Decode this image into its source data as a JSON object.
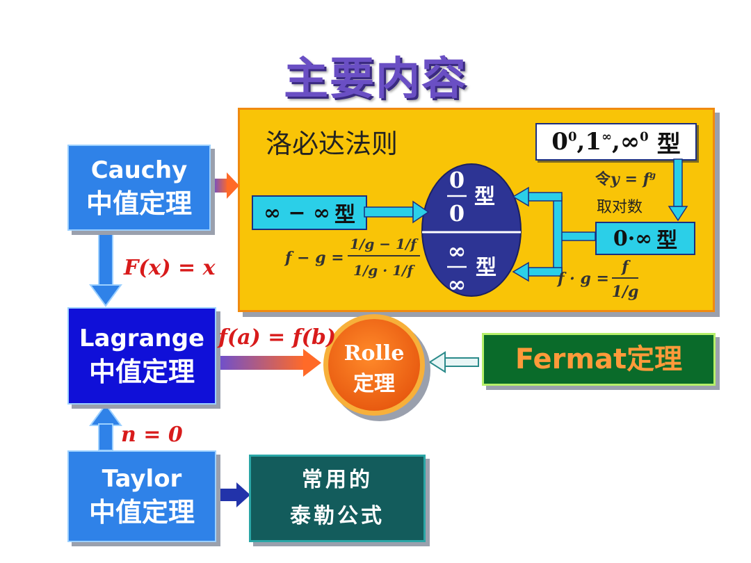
{
  "title": "主要内容",
  "panel": {
    "title": "洛必达法则"
  },
  "forms": {
    "top_right": {
      "text": "0⁰,1^∞,∞⁰",
      "suffix": "型"
    },
    "inf_minus_inf": {
      "text": "∞ − ∞",
      "suffix": "型"
    },
    "zero_times_inf": {
      "text": "0·∞",
      "suffix": "型"
    },
    "zero_over_zero": {
      "num": "0",
      "den": "0",
      "suffix": "型"
    },
    "inf_over_inf": {
      "num": "∞",
      "den": "∞",
      "suffix": "型"
    }
  },
  "notes": {
    "substitution": "令y = f^g",
    "take_log": "取对数",
    "f_minus_g": {
      "left": "f − g =",
      "num": "1/g − 1/f",
      "den": "1/g · 1/f"
    },
    "f_times_g": {
      "left": "f · g =",
      "num": "f",
      "den": "1/g"
    }
  },
  "theorems": {
    "cauchy": {
      "name": "Cauchy",
      "label": "中值定理"
    },
    "lagrange": {
      "name": "Lagrange",
      "label": "中值定理"
    },
    "taylor": {
      "name": "Taylor",
      "label": "中值定理"
    },
    "rolle": {
      "name": "Rolle",
      "label": "定理"
    },
    "fermat": {
      "label": "Fermat定理"
    },
    "formulas": {
      "line1": "常用的",
      "line2": "泰勒公式"
    }
  },
  "conditions": {
    "cauchy_to_lagrange": "F(x) = x",
    "lagrange_to_rolle": "f(a) = f(b)",
    "taylor_to_lagrange": "n = 0"
  },
  "colors": {
    "panel": "#f9c407",
    "blue_box": "#2f82e8",
    "dark_blue_box": "#1010d8",
    "ellipse": "#2d3494",
    "green_box": "#0a6b2a",
    "teal_box": "#135c5c",
    "rolle_circle": "#f26a12"
  }
}
